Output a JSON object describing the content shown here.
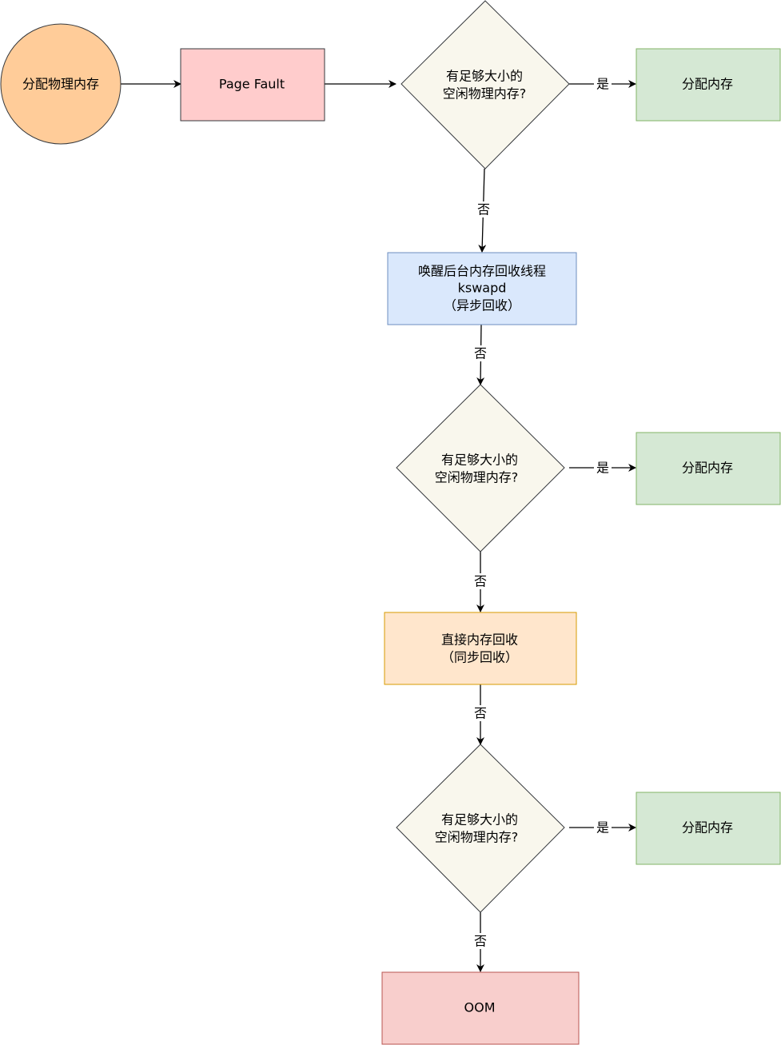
{
  "nodes": {
    "start": {
      "lines": [
        "分配物理内存"
      ]
    },
    "page_fault": {
      "lines": [
        "Page Fault"
      ]
    },
    "check1": {
      "lines": [
        "有足够大小的",
        "空闲物理内存?"
      ]
    },
    "alloc1": {
      "lines": [
        "分配内存"
      ]
    },
    "kswapd": {
      "lines": [
        "唤醒后台内存回收线程",
        "kswapd",
        "（异步回收）"
      ]
    },
    "check2": {
      "lines": [
        "有足够大小的",
        "空闲物理内存?"
      ]
    },
    "alloc2": {
      "lines": [
        "分配内存"
      ]
    },
    "direct": {
      "lines": [
        "直接内存回收",
        "（同步回收）"
      ]
    },
    "check3": {
      "lines": [
        "有足够大小的",
        "空闲物理内存?"
      ]
    },
    "alloc3": {
      "lines": [
        "分配内存"
      ]
    },
    "oom": {
      "lines": [
        "OOM"
      ]
    }
  },
  "edge_labels": {
    "yes": "是",
    "no": "否"
  },
  "colors": {
    "circle_fill": "#ffcc99",
    "circle_stroke": "#36393d",
    "pagefault_fill": "#ffcccc",
    "pagefault_stroke": "#36393d",
    "diamond_fill": "#f9f7ed",
    "diamond_stroke": "#36393d",
    "alloc_fill": "#d5e8d4",
    "alloc_stroke": "#82b366",
    "kswapd_fill": "#dae8fc",
    "kswapd_stroke": "#6c8ebf",
    "direct_fill": "#ffe6cc",
    "direct_stroke": "#d79b00",
    "oom_fill": "#f8cecc",
    "oom_stroke": "#b85450"
  }
}
